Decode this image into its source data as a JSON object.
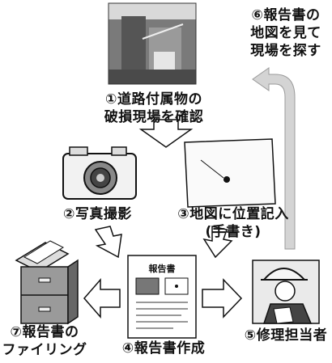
{
  "steps": {
    "s1": {
      "line1": "①道路付属物の",
      "line2": "破損現場を確認"
    },
    "s2": {
      "label": "②写真撮影"
    },
    "s3": {
      "line1": "③地図に位置記入",
      "line2": "(手書き)"
    },
    "s4": {
      "label": "④報告書作成",
      "doc_title": "報告書"
    },
    "s5": {
      "label": "⑤修理担当者"
    },
    "s6": {
      "line1": "⑥報告書の",
      "line2": "地図を見て",
      "line3": "現場を探す"
    },
    "s7": {
      "line1": "⑦報告書の",
      "line2": "ファイリング"
    }
  },
  "colors": {
    "line": "#111111",
    "gray": "#bdbdbd",
    "dark": "#333333"
  },
  "icons": [
    "photo-icon",
    "camera-icon",
    "map-icon",
    "report-document-icon",
    "worker-icon",
    "file-cabinet-icon"
  ]
}
